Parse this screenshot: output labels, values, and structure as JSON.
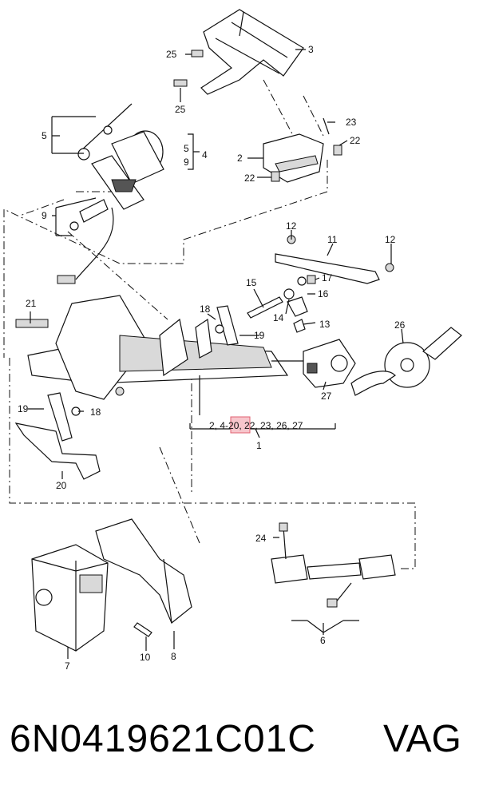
{
  "footer": {
    "part_code": "6N0419621C01C",
    "brand": "VAG"
  },
  "callouts": {
    "c25a": "25",
    "c3": "3",
    "c25b": "25",
    "c23": "23",
    "c22a": "22",
    "c2": "2",
    "c22b": "22",
    "c5a": "5",
    "c5b": "5",
    "c9a": "9",
    "c4": "4",
    "c9b": "9",
    "c12a": "12",
    "c11": "11",
    "c12b": "12",
    "c15": "15",
    "c17": "17",
    "c16": "16",
    "c21": "21",
    "c18a": "18",
    "c14": "14",
    "c13": "13",
    "c26": "26",
    "c19a": "19",
    "c27": "27",
    "c19b": "19",
    "c18b": "18",
    "c20": "20",
    "c1": "1",
    "c24": "24",
    "c6": "6",
    "c7": "7",
    "c10": "10",
    "c8": "8"
  },
  "group_list": {
    "prefix": "2, 4-",
    "highlighted": "20,",
    "suffix": " 22, 23, 26, 27"
  },
  "colors": {
    "highlight_fill": "#f7c6cc",
    "highlight_stroke": "#e06070"
  }
}
